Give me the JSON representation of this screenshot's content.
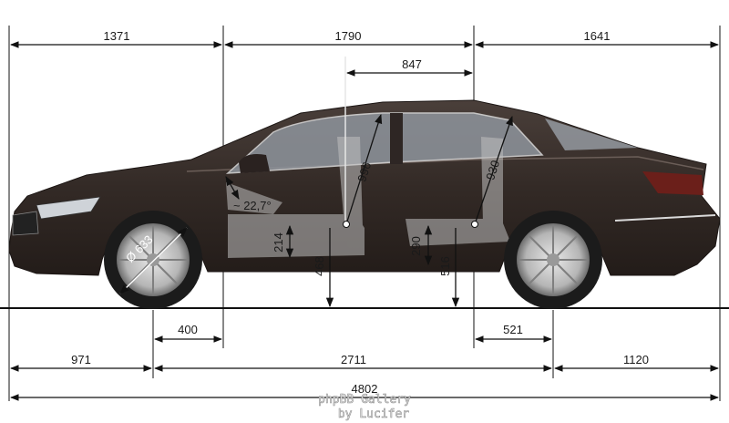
{
  "diagram": {
    "top_dimensions": {
      "front_overhang_to_bpillar": "1371",
      "middle_section": "1790",
      "rear_section": "1641",
      "seat_spacing": "847"
    },
    "interior_dimensions": {
      "front_headroom": "996",
      "rear_headroom": "930",
      "windshield_angle": "~ 22,7°",
      "front_seat_height": "214",
      "rear_seat_height": "290",
      "front_hpoint_height": "468",
      "rear_hpoint_height": "516",
      "wheel_diameter": "Ø 633"
    },
    "bottom_dimensions": {
      "front_axle_offset": "400",
      "rear_axle_offset": "521",
      "front_overhang": "971",
      "wheelbase": "2711",
      "rear_overhang": "1120",
      "overall_length": "4802"
    },
    "colors": {
      "body": "#3a302c",
      "glass": "#8a9099",
      "dimension_lines": "#111111"
    }
  },
  "watermark": {
    "line1": "phpBB Gallery",
    "line2": "by Lucifer"
  }
}
